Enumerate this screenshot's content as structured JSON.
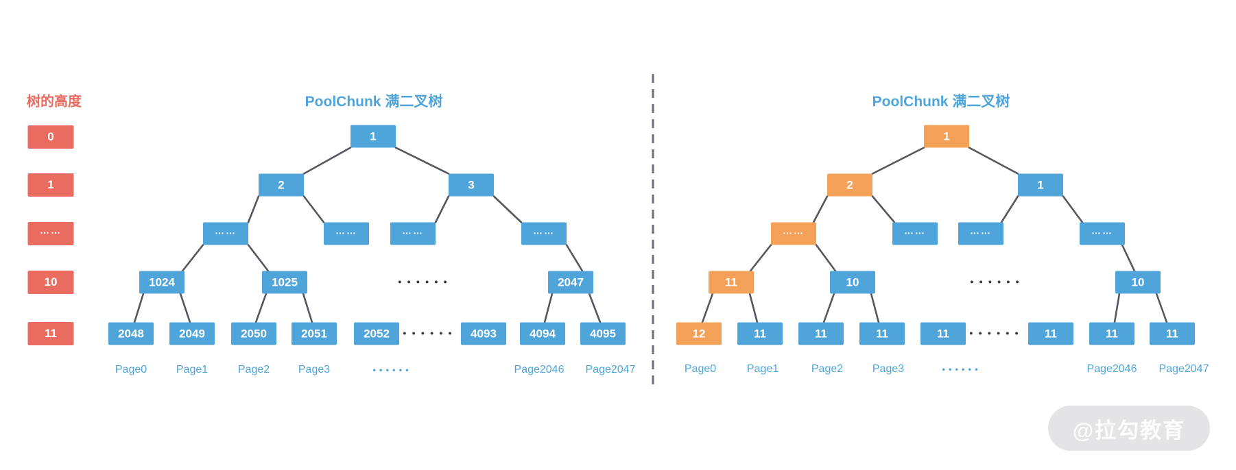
{
  "colors": {
    "node_blue": "#4FA5D9",
    "node_orange": "#F3A159",
    "legend_red": "#EA6B5F",
    "edge": "#57565E",
    "divider": "#6E6E76",
    "dots_dark": "#3E3E46",
    "text_white": "#FFFFFF",
    "title_blue": "#4FA5D9",
    "watermark_bg": "#E4E4E6",
    "watermark_text": "#FDFDFD"
  },
  "legend": {
    "title": "树的高度",
    "items": [
      {
        "label": "0"
      },
      {
        "label": "1"
      },
      {
        "label": "……",
        "ellipsis": true
      },
      {
        "label": "10"
      },
      {
        "label": "11"
      }
    ]
  },
  "left_tree": {
    "title": "PoolChunk 满二叉树",
    "rows": [
      [
        {
          "label": "1"
        }
      ],
      [
        {
          "label": "2"
        },
        {
          "label": "3"
        }
      ],
      [
        {
          "label": "……",
          "ellipsis": true
        },
        {
          "label": "……",
          "ellipsis": true
        },
        {
          "label": "……",
          "ellipsis": true
        },
        {
          "label": "……",
          "ellipsis": true
        }
      ],
      [
        {
          "label": "1024"
        },
        {
          "label": "1025"
        },
        {
          "label": "2047"
        }
      ],
      [
        {
          "label": "2048"
        },
        {
          "label": "2049"
        },
        {
          "label": "2050"
        },
        {
          "label": "2051"
        },
        {
          "label": "2052"
        },
        {
          "label": "4093"
        },
        {
          "label": "4094"
        },
        {
          "label": "4095"
        }
      ]
    ],
    "inner_dots": "••••••",
    "leaf_dots": "••••••",
    "page_dots": "••••••",
    "page_labels": [
      "Page0",
      "Page1",
      "Page2",
      "Page3",
      "Page2046",
      "Page2047"
    ]
  },
  "right_tree": {
    "title": "PoolChunk 满二叉树",
    "rows": [
      [
        {
          "label": "1",
          "allocated": true
        }
      ],
      [
        {
          "label": "2",
          "allocated": true
        },
        {
          "label": "1"
        }
      ],
      [
        {
          "label": "……",
          "ellipsis": true,
          "allocated": true
        },
        {
          "label": "……",
          "ellipsis": true
        },
        {
          "label": "……",
          "ellipsis": true
        },
        {
          "label": "……",
          "ellipsis": true
        }
      ],
      [
        {
          "label": "11",
          "allocated": true
        },
        {
          "label": "10"
        },
        {
          "label": "10"
        }
      ],
      [
        {
          "label": "12",
          "allocated": true
        },
        {
          "label": "11"
        },
        {
          "label": "11"
        },
        {
          "label": "11"
        },
        {
          "label": "11"
        },
        {
          "label": "11"
        },
        {
          "label": "11"
        },
        {
          "label": "11"
        }
      ]
    ],
    "inner_dots": "••••••",
    "leaf_dots": "••••••",
    "page_dots": "••••••",
    "page_labels": [
      "Page0",
      "Page1",
      "Page2",
      "Page3",
      "Page2046",
      "Page2047"
    ]
  },
  "watermark": {
    "text": "@拉勾教育"
  }
}
